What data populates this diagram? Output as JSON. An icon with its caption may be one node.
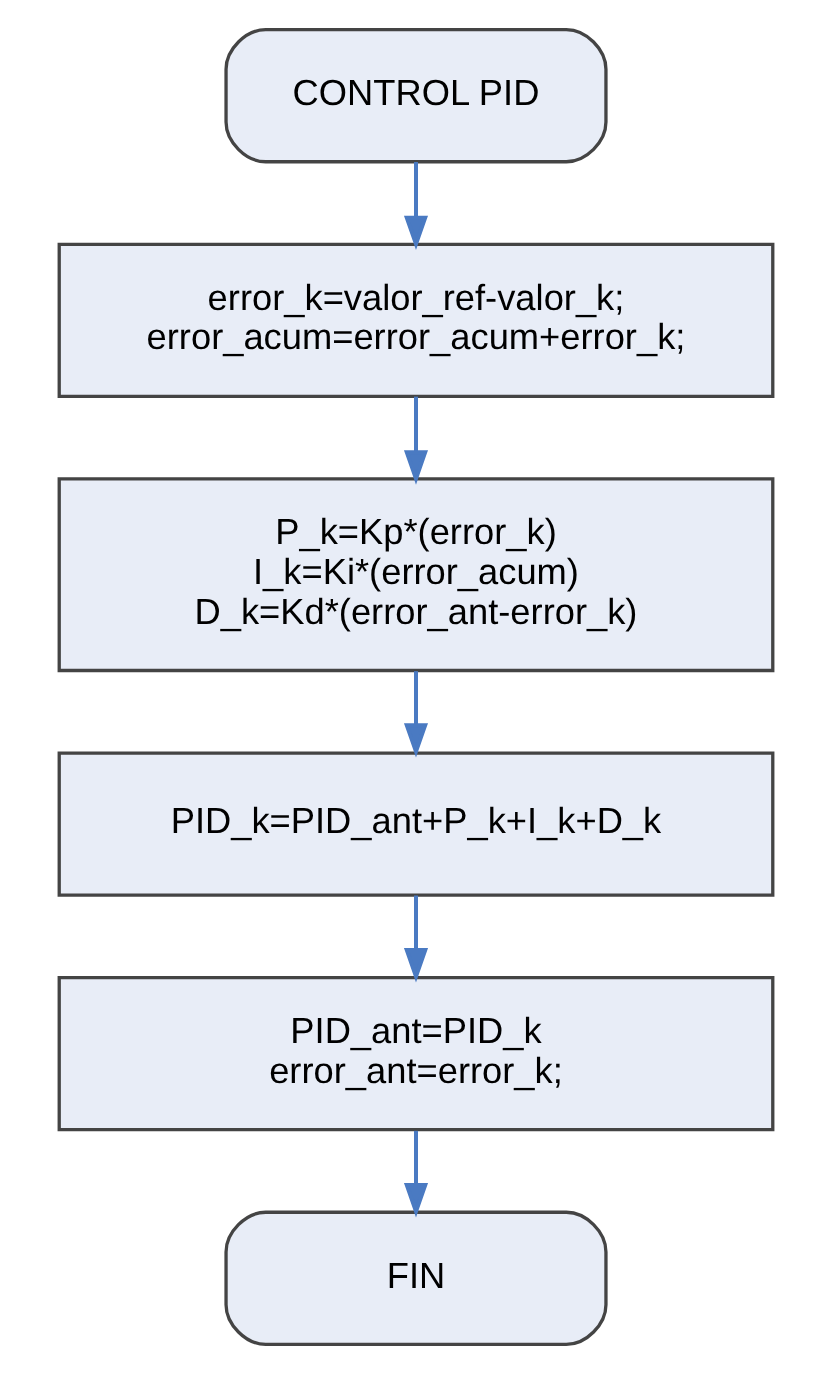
{
  "diagram": {
    "nodes": [
      {
        "text": [
          "CONTROL PID"
        ]
      },
      {
        "text": [
          "error_k=valor_ref-valor_k;",
          "error_acum=error_acum+error_k;"
        ]
      },
      {
        "text": [
          "P_k=Kp*(error_k)",
          "I_k=Ki*(error_acum)",
          "D_k=Kd*(error_ant-error_k)"
        ]
      },
      {
        "text": [
          "PID_k=PID_ant+P_k+I_k+D_k"
        ]
      },
      {
        "text": [
          "PID_ant=PID_k",
          "error_ant=error_k;"
        ]
      },
      {
        "text": [
          "FIN"
        ]
      }
    ],
    "edges": [
      {
        "from": 0,
        "to": 1,
        "arrow": "to"
      },
      {
        "from": 1,
        "to": 2,
        "arrow": "to"
      },
      {
        "from": 2,
        "to": 3,
        "arrow": "to"
      },
      {
        "from": 3,
        "to": 4,
        "arrow": "to"
      },
      {
        "from": 4,
        "to": 5,
        "arrow": "to"
      }
    ]
  }
}
